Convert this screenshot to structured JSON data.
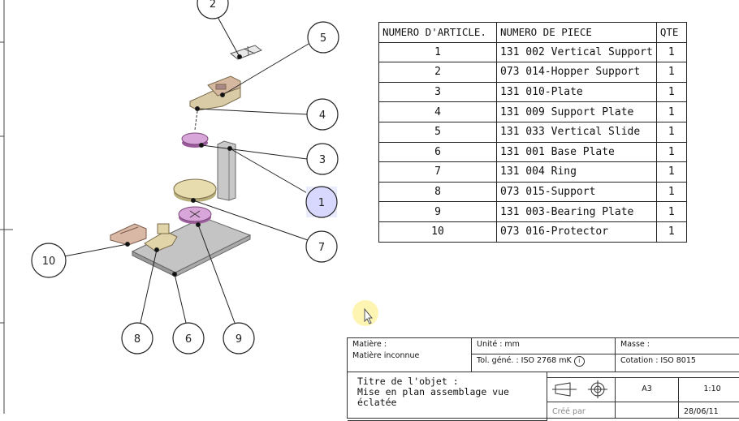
{
  "bom": {
    "headers": [
      "NUMERO D'ARTICLE.",
      "NUMERO DE PIECE",
      "QTE"
    ],
    "rows": [
      [
        "1",
        "131 002 Vertical Support",
        "1"
      ],
      [
        "2",
        "073 014-Hopper Support",
        "1"
      ],
      [
        "3",
        "131 010-Plate",
        "1"
      ],
      [
        "4",
        "131 009 Support Plate",
        "1"
      ],
      [
        "5",
        "131 033 Vertical Slide",
        "1"
      ],
      [
        "6",
        "131 001 Base Plate",
        "1"
      ],
      [
        "7",
        "131 004 Ring",
        "1"
      ],
      [
        "8",
        "073 015-Support",
        "1"
      ],
      [
        "9",
        "131 003-Bearing Plate",
        "1"
      ],
      [
        "10",
        "073 016-Protector",
        "1"
      ]
    ]
  },
  "balloons": [
    "2",
    "5",
    "4",
    "3",
    "1",
    "7",
    "10",
    "8",
    "6",
    "9"
  ],
  "highlighted_balloon": "1",
  "title_block": {
    "material_label": "Matière :",
    "material_value": "Matière inconnue",
    "unit": "Unité : mm",
    "tolerance": "Tol. géné. :  ISO 2768 mK",
    "tolerance_symbol": "i",
    "mass": "Masse :",
    "dimensioning": "Cotation  : ISO 8015",
    "object_title_label": "Titre de l'objet :",
    "object_title": "Mise en plan assemblage vue éclatée",
    "sheet_format": "A3",
    "scale": "1:10",
    "created_by": "Créé par",
    "date": "28/06/11"
  },
  "colors": {
    "highlight": "#d8d8ff",
    "cursor_glow": "#fff3a0"
  }
}
